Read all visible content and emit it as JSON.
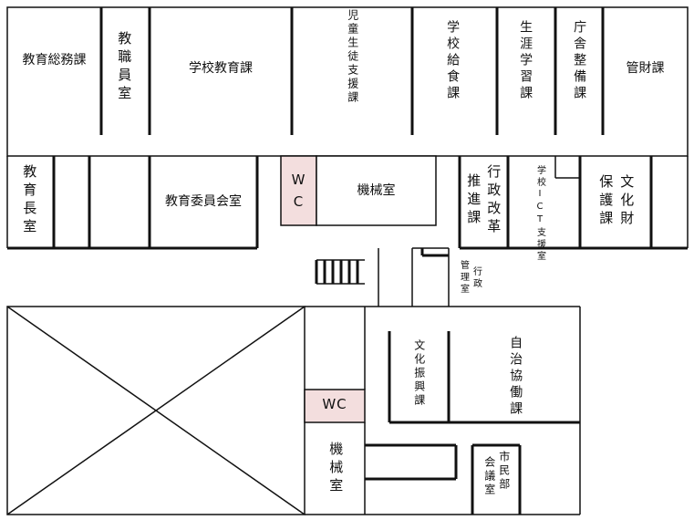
{
  "rooms": {
    "kyoiku_somu": "教育総務課",
    "kyoshokuin": "教職員室",
    "gakko_kyoiku": "学校教育課",
    "jido_seito": "児童生徒支援課",
    "gakko_kyushoku": "学校給食課",
    "shogai_gakushu": "生涯学習課",
    "chosha_seibi": "庁舎整備課",
    "kanzai": "管財課",
    "kyoikucho": "教育長室",
    "iinkai": "教育委員会室",
    "wc_top_w": "W",
    "wc_top_c": "C",
    "kikai_top": "機械室",
    "suishin": "推進課",
    "gyosei_kaikaku": "行政改革",
    "gakko_ict": "学校ICT支援室",
    "hogo": "保護課",
    "bunkazai": "文化財",
    "gyosei": "行政",
    "kanri": "管理室",
    "bunka_shinko": "文化振興課",
    "jichi_kyodo": "自治協働課",
    "wc_bottom": "WC",
    "kikai_bottom": "機械室",
    "shimin": "市民部",
    "kaigi": "会議室"
  }
}
